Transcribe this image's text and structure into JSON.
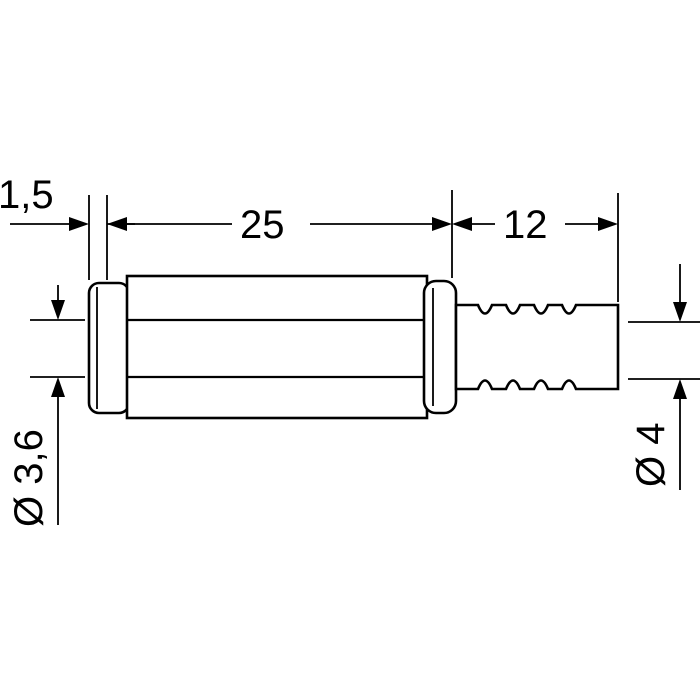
{
  "dimensions": {
    "flange_width": "1,5",
    "body_length": "25",
    "tail_length": "12",
    "bore_diameter": "Ø 3,6",
    "cable_diameter": "Ø 4"
  }
}
